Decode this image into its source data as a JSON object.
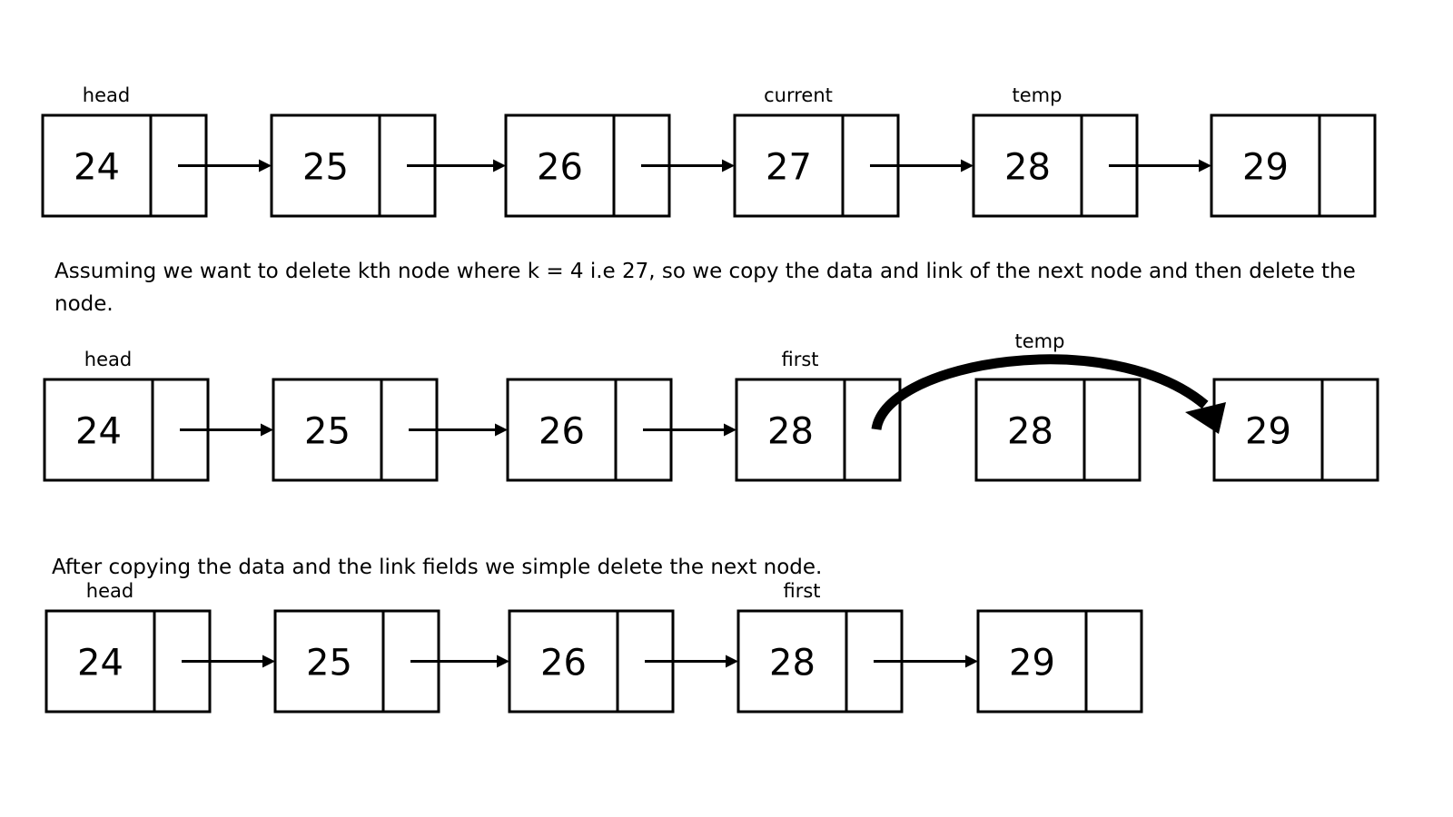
{
  "rows": [
    {
      "nodes": [
        "24",
        "25",
        "26",
        "27",
        "28",
        "29"
      ],
      "pointers": [
        {
          "node": 0,
          "label": "head"
        },
        {
          "node": 3,
          "label": "current"
        },
        {
          "node": 4,
          "label": "temp"
        }
      ]
    },
    {
      "nodes": [
        "24",
        "25",
        "26",
        "28",
        "28",
        "29"
      ],
      "pointers": [
        {
          "node": 0,
          "label": "head"
        },
        {
          "node": 3,
          "label": "first"
        },
        {
          "node": 4,
          "label": "temp"
        }
      ]
    },
    {
      "nodes": [
        "24",
        "25",
        "26",
        "28",
        "29"
      ],
      "pointers": [
        {
          "node": 0,
          "label": "head"
        },
        {
          "node": 3,
          "label": "first"
        }
      ]
    }
  ],
  "captions": {
    "step1": "Assuming we want to delete kth node where k = 4 i.e 27, so we copy the data and link of the next node and then delete the node.",
    "step2": "After copying the data and the link fields we simple delete the next node."
  }
}
